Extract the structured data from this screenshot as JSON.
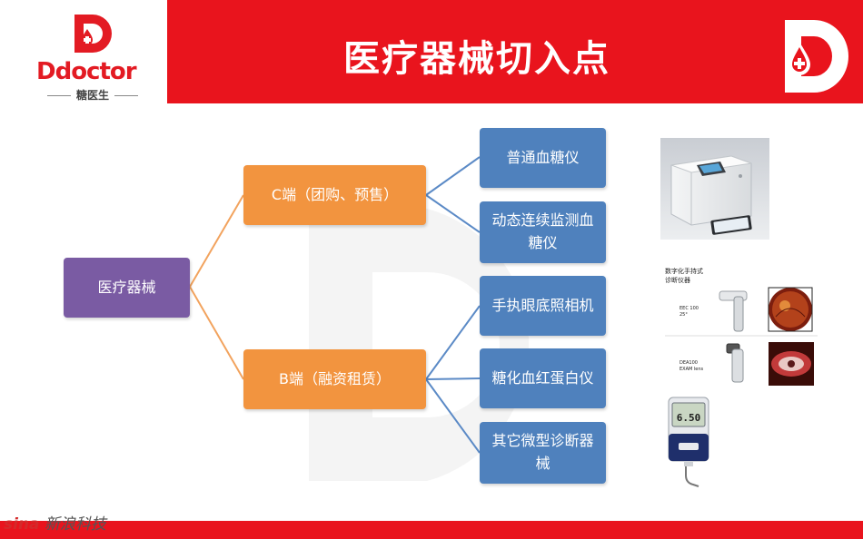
{
  "header": {
    "title": "医疗器械切入点",
    "logo_text": "Ddoctor",
    "logo_subtitle": "糖医生"
  },
  "colors": {
    "brand_red": "#e9141d",
    "root_purple": "#7a5ba3",
    "mid_orange": "#f2943f",
    "leaf_blue": "#4f81bd"
  },
  "tree": {
    "root": {
      "label": "医疗器械"
    },
    "c_branch": {
      "label": "C端（团购、预售）"
    },
    "b_branch": {
      "label": "B端（融资租赁）"
    },
    "c_items": [
      {
        "label": "普通血糖仪"
      },
      {
        "label": "动态连续监测血糖仪"
      }
    ],
    "b_items": [
      {
        "label": "手执眼底照相机"
      },
      {
        "label": "糖化血红蛋白仪"
      },
      {
        "label": "其它微型诊断器械"
      }
    ]
  },
  "images": {
    "fundus_camera": {
      "caption_line1": "数字化手持式",
      "caption_line2": "诊断仪器",
      "model1_line1": "EEC 100",
      "model1_line2": "25°",
      "model2_line1": "DEA100",
      "model2_line2": "EXAM lens"
    },
    "a1c_meter": {
      "display": "6.50"
    }
  },
  "footer": {
    "watermark_brand": "sina",
    "watermark_text": "新浪科技"
  }
}
